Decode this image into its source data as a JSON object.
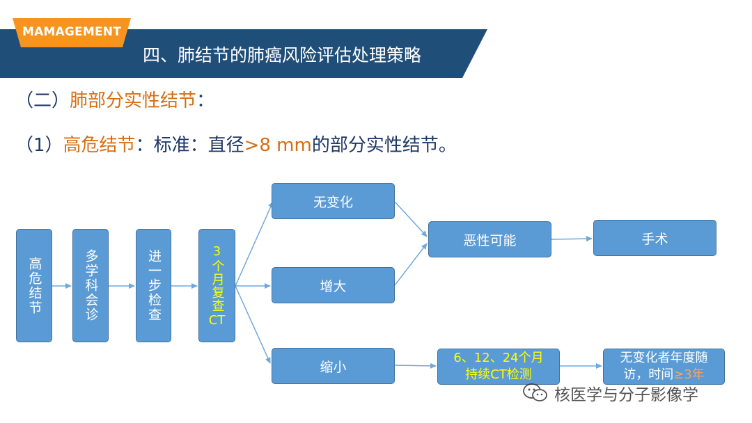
{
  "header": {
    "badge": "MAMAGEMENT",
    "title": "四、肺结节的肺癌风险评估处理策略"
  },
  "subtitle": {
    "prefix": "（二）",
    "highlight": "肺部分实性结节",
    "suffix": "："
  },
  "criteria": {
    "prefix": "（1）",
    "highlight1": "高危结节",
    "mid": "：标准：直径",
    "highlight2": ">8 mm",
    "suffix": "的部分实性结节。"
  },
  "flow": {
    "n1": "高危结节",
    "n2": "多学科会诊",
    "n3": "进一步检查",
    "n4_num": "3",
    "n4_text": "个月复查",
    "n4_ct": "CT",
    "no_change": "无变化",
    "enlarge": "增大",
    "malignant": "恶性可能",
    "surgery": "手术",
    "shrink": "缩小",
    "followup_line1": "6、12、24个月",
    "followup_line2": "持续CT检测",
    "annual_line1": "无变化者年度随",
    "annual_line2_a": "访，时间",
    "annual_line2_b": "≥3年"
  },
  "watermark": {
    "text": "核医学与分子影像学",
    "icon": "wechat-icon"
  },
  "colors": {
    "banner": "#1f4e79",
    "badge": "#f7941d",
    "box": "#5b9bd5",
    "accent_text": "#d56e12",
    "highlight_text": "#ffff00"
  }
}
